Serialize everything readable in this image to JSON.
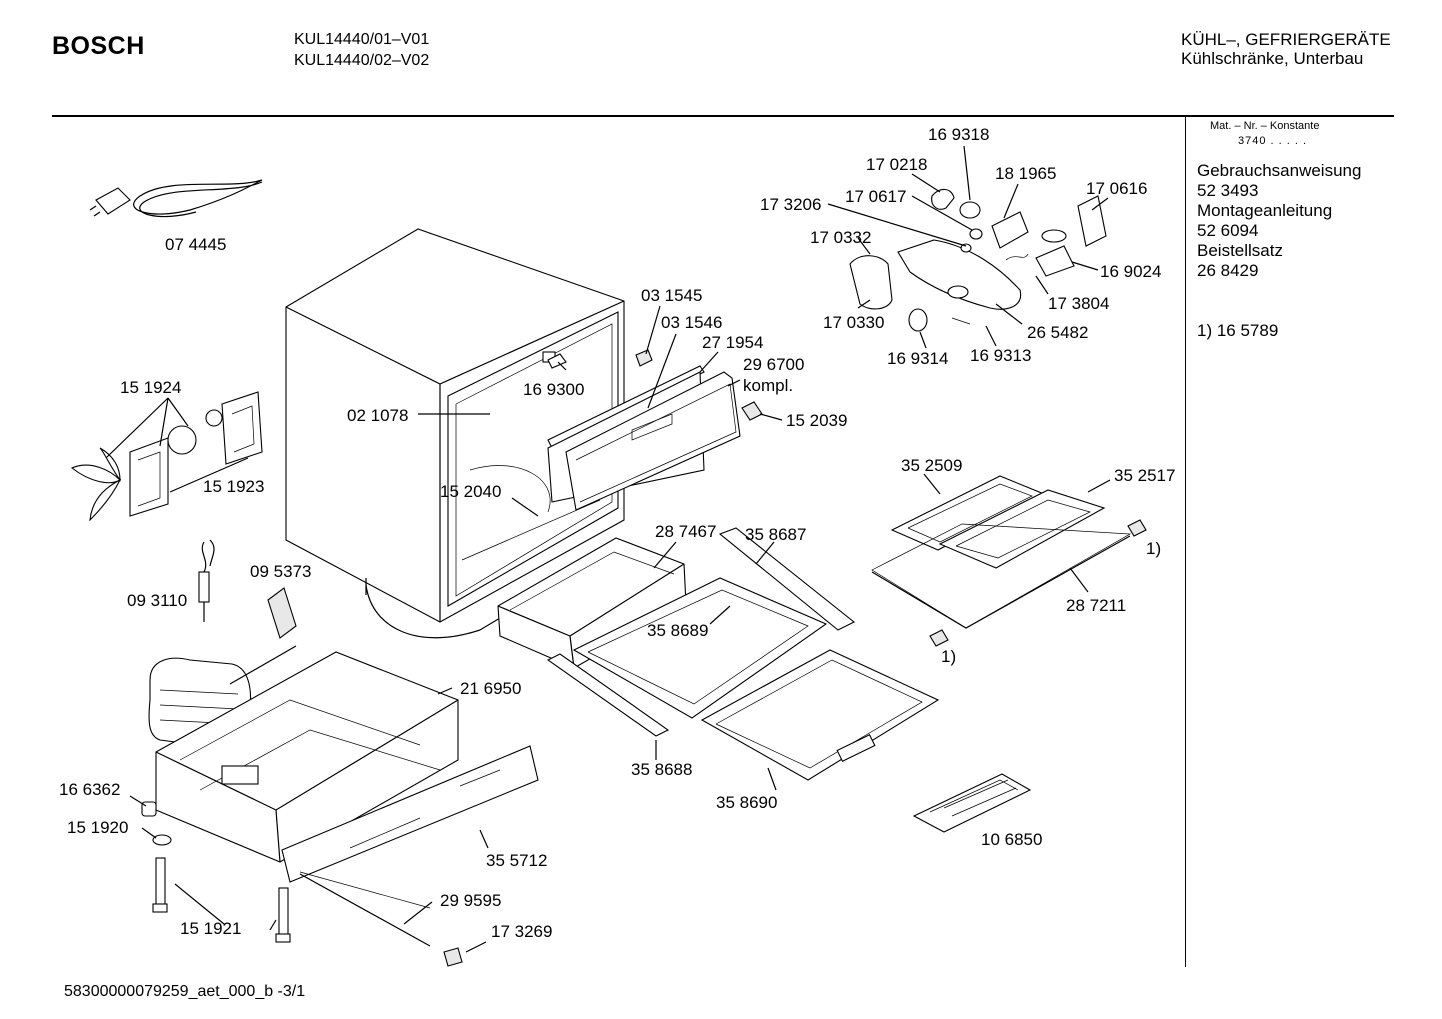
{
  "header": {
    "brand": "BOSCH",
    "models": [
      "KUL14440/01–V01",
      "KUL14440/02–V02"
    ],
    "category": [
      "KÜHL–, GEFRIERGERÄTE",
      "Kühlschränke, Unterbau"
    ]
  },
  "sidebar": {
    "mat_label": "Mat. – Nr. – Konstante",
    "mat_value": "3740 .  .  .  .  .",
    "lines": [
      "Gebrauchsanweisung",
      "52 3493",
      "Montageanleitung",
      "52 6094",
      "Beistellsatz",
      "26 8429"
    ],
    "note": "1)  16 5789"
  },
  "parts": [
    "07 4445",
    "15 1924",
    "15 1923",
    "09 3110",
    "09 5373",
    "16 6362",
    "15 1920",
    "15 1921",
    "21 6950",
    "35 5712",
    "29 9595",
    "17 3269",
    "02 1078",
    "15 2040",
    "16 9300",
    "03 1545",
    "03 1546",
    "27 1954",
    "29 6700",
    "kompl.",
    "15 2039",
    "28 7467",
    "35 8687",
    "35 8689",
    "35 8688",
    "35 8690",
    "10 6850",
    "16 9318",
    "17 0218",
    "18 1965",
    "17 0617",
    "17 0616",
    "17 3206",
    "17 0332",
    "16 9024",
    "17 3804",
    "17 0330",
    "26 5482",
    "16 9314",
    "16 9313",
    "35 2509",
    "35 2517",
    "1)",
    "28 7211",
    "1)"
  ],
  "footer": "58300000079259_aet_000_b  -3/1"
}
